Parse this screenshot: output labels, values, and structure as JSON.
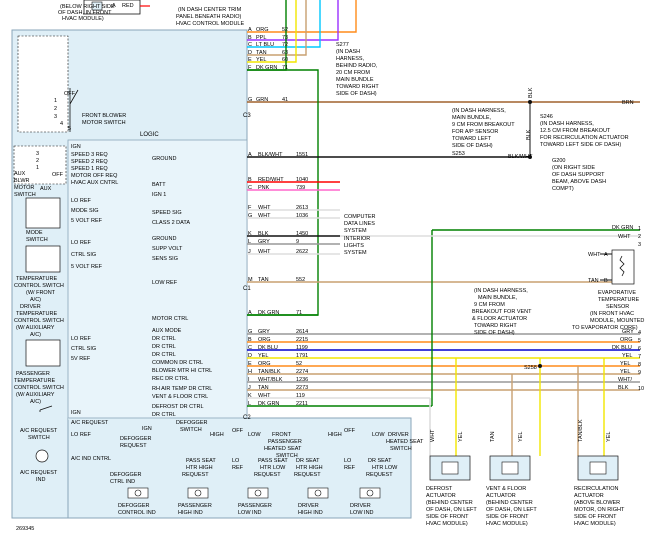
{
  "diagram_id": "269345",
  "colors": {
    "panel_fill": "#dfeff7",
    "panel_line": "#8aa6b8",
    "black": "#111111",
    "red": "#ff0000",
    "orange": "#ff8c1a",
    "purple": "#9b30ff",
    "light_blue": "#00c8ff",
    "tan": "#c8a070",
    "yellow": "#f2e600",
    "dark_green": "#008000",
    "brown": "#a0622d",
    "gray": "#999999",
    "white": "#dddddd",
    "dark_blue": "#0000cc"
  },
  "top_notes": {
    "left": [
      "(BELOW RIGHT SIDE",
      "OF DASH, IN FRONT",
      "HVAC MODULE)"
    ],
    "center": [
      "(IN DASH CENTER TRIM",
      "PANEL BENEATH RADIO)",
      "HVAC CONTROL MODULE"
    ],
    "a_red": "A",
    "red_label": "RED"
  },
  "s277_note": [
    "S277",
    "(IN DASH",
    "HARNESS,",
    "BEHIND RADIO,",
    "20 CM FROM",
    "MAIN BUNDLE",
    "TOWARD RIGHT",
    "SIDE OF DASH)"
  ],
  "blower_switch": {
    "label": [
      "FRONT BLOWER",
      "MOTOR SWITCH"
    ],
    "off": "OFF",
    "positions": [
      "1",
      "2",
      "3",
      "4",
      "5"
    ]
  },
  "aux_blower": {
    "label": [
      "AUX",
      "BLWR",
      "MOTOR",
      "SWITCH"
    ],
    "aux": "AUX",
    "off": "OFF",
    "positions": [
      "3",
      "2",
      "1"
    ]
  },
  "left_labels": {
    "mode": [
      "MODE",
      "SWITCH"
    ],
    "temp": [
      "TEMPERATURE",
      "CONTROL SWITCH",
      "(W/ FRONT",
      "A/C)"
    ],
    "driver_temp": [
      "DRIVER",
      "TEMPERATURE",
      "CONTROL SWITCH",
      "(W/ AUXILIARY",
      "A/C)"
    ],
    "pass_temp": [
      "PASSENGER",
      "TEMPERATURE",
      "CONTROL SWITCH",
      "(W/ AUXILIARY",
      "A/C)"
    ],
    "ac_switch": [
      "A/C REQUEST",
      "SWITCH"
    ],
    "ac_ind": [
      "A/C REQUEST",
      "IND"
    ]
  },
  "module": {
    "logic": "LOGIC",
    "left_pins": [
      "IGN",
      "SPEED 3 REQ",
      "SPEED 2 REQ",
      "SPEED 1 REQ",
      "MOTOR OFF REQ",
      "HVAC AUX CNTRL",
      "LO REF",
      "MODE SIG",
      "5 VOLT REF",
      "LO REF",
      "CTRL SIG",
      "5 VOLT REF",
      "LO REF",
      "CTRL SIG",
      "5V REF",
      "IGN",
      "A/C REQUEST",
      "LO REF",
      "A/C IND CNTRL"
    ],
    "right_pins": [
      "GROUND",
      "BATT",
      "IGN 1",
      "SPEED SIG",
      "CLASS 2 DATA",
      "GROUND",
      "SUPP VOLT",
      "SENS SIG",
      "LOW REF",
      "MOTOR CTRL",
      "AUX MODE",
      "DR CTRL",
      "DR CTRL",
      "DR CTRL",
      "COMMON DR CTRL",
      "BLOWER MTR HI CTRL",
      "REC DR CTRL",
      "RH AIR TEMP DR CTRL",
      "VENT & FLOOR CTRL",
      "DEFROST DR CTRL",
      "DR CTRL"
    ],
    "bottom_labels": {
      "ign": "IGN",
      "defog_req": [
        "DEFOGGER",
        "REQUEST"
      ],
      "defog_switch": [
        "DEFOGGER",
        "SWITCH"
      ],
      "high": "HIGH",
      "off": "OFF",
      "low": "LOW",
      "front_pass": [
        "FRONT",
        "PASSENGER",
        "HEATED SEAT",
        "SWITCH"
      ],
      "driver_heated": [
        "DRIVER",
        "HEATED SEAT",
        "SWITCH"
      ],
      "pass_hi": [
        "PASS SEAT",
        "HTR HIGH",
        "REQUEST"
      ],
      "lo_ref1": [
        "LO",
        "REF"
      ],
      "pass_lo": [
        "PASS SEAT",
        "HTR LOW",
        "REQUEST"
      ],
      "dr_hi": [
        "DR SEAT",
        "HTR HIGH",
        "REQUEST"
      ],
      "lo_ref2": [
        "LO",
        "REF"
      ],
      "dr_lo": [
        "DR SEAT",
        "HTR LOW",
        "REQUEST"
      ],
      "defog_ind": [
        "DEFOGGER",
        "CTRL IND"
      ]
    },
    "indicators": [
      [
        "DEFOGGER",
        "CONTROL IND"
      ],
      [
        "PASSENGER",
        "HIGH IND"
      ],
      [
        "PASSENGER",
        "LOW IND"
      ],
      [
        "DRIVER",
        "HIGH IND"
      ],
      [
        "DRIVER",
        "LOW IND"
      ]
    ]
  },
  "connector_c3": "C3",
  "connector_c1": "C1",
  "connector_c2": "C2",
  "wires_top": [
    {
      "pin": "A",
      "color": "ORG",
      "num": "52"
    },
    {
      "pin": "B",
      "color": "PPL",
      "num": "73"
    },
    {
      "pin": "C",
      "color": "LT BLU",
      "num": "72"
    },
    {
      "pin": "D",
      "color": "TAN",
      "num": "63"
    },
    {
      "pin": "E",
      "color": "YEL",
      "num": "60"
    },
    {
      "pin": "F",
      "color": "DK GRN",
      "num": "71"
    },
    {
      "pin": "G",
      "color": "GRN",
      "num": "41"
    }
  ],
  "wires_mid": [
    {
      "pin": "A",
      "color": "BLK/WHT",
      "num": "1551"
    },
    {
      "pin": "B",
      "color": "RED/WHT",
      "num": "1040"
    },
    {
      "pin": "C",
      "color": "PNK",
      "num": "739"
    },
    {
      "pin": "F",
      "color": "WHT",
      "num": "2613"
    },
    {
      "pin": "G",
      "color": "WHT",
      "num": "1036"
    },
    {
      "pin": "K",
      "color": "BLK",
      "num": "1450"
    },
    {
      "pin": "L",
      "color": "GRY",
      "num": "9"
    },
    {
      "pin": "J",
      "color": "WHT",
      "num": "2622"
    },
    {
      "pin": "M",
      "color": "TAN",
      "num": "552"
    }
  ],
  "wires_low": [
    {
      "pin": "A",
      "color": "DK GRN",
      "num": "71"
    },
    {
      "pin": "G",
      "color": "GRY",
      "num": "2614"
    },
    {
      "pin": "B",
      "color": "ORG",
      "num": "2215"
    },
    {
      "pin": "C",
      "color": "DK BLU",
      "num": "1199"
    },
    {
      "pin": "D",
      "color": "YEL",
      "num": "1791"
    },
    {
      "pin": "E",
      "color": "ORG",
      "num": "52"
    },
    {
      "pin": "H",
      "color": "TAN/BLK",
      "num": "2274"
    },
    {
      "pin": "I",
      "color": "WHT/BLK",
      "num": "1236"
    },
    {
      "pin": "J",
      "color": "TAN",
      "num": "2273"
    },
    {
      "pin": "K",
      "color": "WHT",
      "num": "119"
    },
    {
      "pin": "L",
      "color": "DK GRN",
      "num": "2211"
    }
  ],
  "right_side": {
    "brn": "BRN",
    "blk_top": "BLK",
    "s246_note": [
      "S246",
      "(IN DASH HARNESS,",
      "12.5 CM FROM BREAKOUT",
      "FOR RECIRCULATION ACTUATOR",
      "TOWARD LEFT SIDE OF DASH)"
    ],
    "s253_note": [
      "(IN DASH HARNESS,",
      "MAIN BUNDLE,",
      "9 CM FROM BREAKOUT",
      "FOR A/P SENSOR",
      "TOWARD LEFT",
      "SIDE OF DASH)"
    ],
    "s253": "S253",
    "blk_wht": "BLK/WHT",
    "blk_vert": "BLK",
    "g200_note": [
      "G200",
      "(ON RIGHT SIDE",
      "OF DASH SUPPORT",
      "BEAM, ABOVE DASH",
      "COMPT)"
    ],
    "computer": [
      "COMPUTER",
      "DATA LINES",
      "SYSTEM"
    ],
    "interior": [
      "INTERIOR",
      "LIGHTS",
      "SYSTEM"
    ],
    "dk_grn_out": "DK GRN",
    "wht_out": "WHT",
    "sensor": {
      "wht": "WHT",
      "tan": "TAN",
      "a": "A",
      "b": "B",
      "label": [
        "EVAPORATIVE",
        "TEMPERATURE",
        "SENSOR",
        "(IN FRONT HVAC",
        "MODULE, MOUNTED",
        "TO EVAPORATOR CORE)"
      ]
    },
    "s258_note": [
      "(IN DASH HARNESS,",
      "MAIN BUNDLE,",
      "9 CM FROM",
      "BREAKOUT FOR VENT",
      "& FLOOR ACTUATOR",
      "TOWARD RIGHT",
      "SIDE OF DASH)"
    ],
    "s258": "S258",
    "out_labels": [
      "GRY",
      "ORG",
      "DK BLU",
      "YEL",
      "YEL",
      "YEL",
      "WHT/",
      "BLK"
    ],
    "out_numbers": [
      "1",
      "2",
      "3",
      "4",
      "5",
      "6",
      "7",
      "8",
      "9",
      "10"
    ]
  },
  "actuators": [
    {
      "wires": [
        "WHT",
        "YEL"
      ],
      "label": [
        "DEFROST",
        "ACTUATOR",
        "(BEHIND CENTER",
        "OF DASH, ON LEFT",
        "SIDE OF FRONT",
        "HVAC MODULE)"
      ]
    },
    {
      "wires": [
        "TAN",
        "YEL"
      ],
      "label": [
        "VENT & FLOOR",
        "ACTUATOR",
        "(BEHIND CENTER",
        "OF DASH, ON LEFT",
        "SIDE OF FRONT",
        "HVAC MODULE)"
      ]
    },
    {
      "wires": [
        "TAN/BLK",
        "YEL"
      ],
      "label": [
        "RECIRCULATION",
        "ACTUATOR",
        "(ABOVE BLOWER",
        "MOTOR, ON RIGHT",
        "SIDE OF FRONT",
        "HVAC MODULE)"
      ]
    }
  ]
}
